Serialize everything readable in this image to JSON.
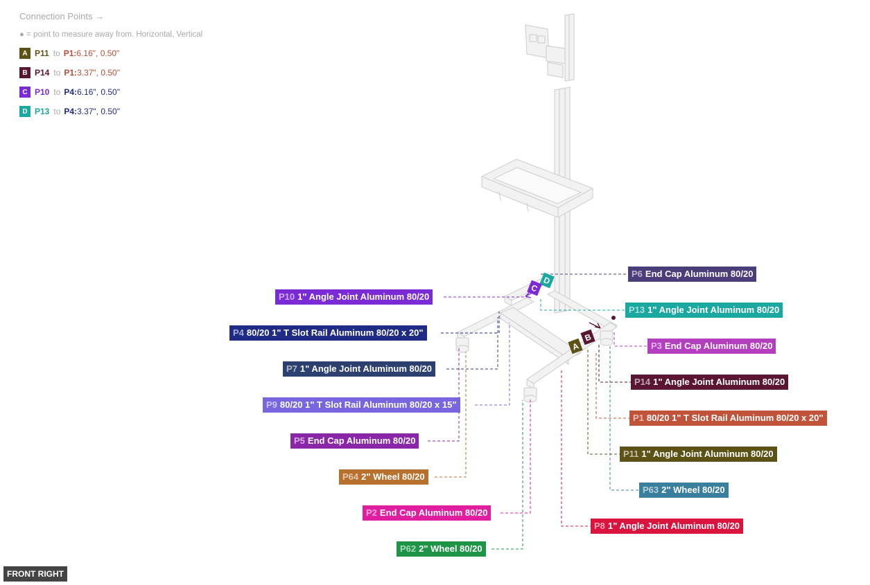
{
  "legend": {
    "title": "Connection Points →",
    "note": "● = point to measure away from. Horizontal, Vertical",
    "items": [
      {
        "badge": "A",
        "badge_color": "#5c5216",
        "from": "P11",
        "from_color": "#5c5216",
        "to": "to",
        "target": "P1:",
        "target_color": "#b84d37",
        "value": "6.16\", 0.50\"",
        "value_color": "#b84d37"
      },
      {
        "badge": "B",
        "badge_color": "#5a1530",
        "from": "P14",
        "from_color": "#5a1530",
        "to": "to",
        "target": "P1:",
        "target_color": "#b84d37",
        "value": "3.37\", 0.50\"",
        "value_color": "#b84d37"
      },
      {
        "badge": "C",
        "badge_color": "#7b2bd6",
        "from": "P10",
        "from_color": "#7b2bd6",
        "to": "to",
        "target": "P4:",
        "target_color": "#1f2b85",
        "value": "6.16\", 0.50\"",
        "value_color": "#1f2b85"
      },
      {
        "badge": "D",
        "badge_color": "#1aa8a0",
        "from": "P13",
        "from_color": "#1aa8a0",
        "to": "to",
        "target": "P4:",
        "target_color": "#1f2b85",
        "value": "3.37\", 0.50\"",
        "value_color": "#1f2b85"
      }
    ]
  },
  "parts": [
    {
      "id": "P6",
      "name": "End Cap Aluminum 80/20",
      "color": "#4a3d7a"
    },
    {
      "id": "P10",
      "name": "1\" Angle Joint Aluminum 80/20",
      "color": "#7b2bd6"
    },
    {
      "id": "P13",
      "name": "1\" Angle Joint Aluminum 80/20",
      "color": "#1aa8a0"
    },
    {
      "id": "P4",
      "name": "80/20 1\" T Slot Rail Aluminum 80/20 x 20\"",
      "color": "#1f2b85"
    },
    {
      "id": "P3",
      "name": "End Cap Aluminum 80/20",
      "color": "#b33fbf"
    },
    {
      "id": "P7",
      "name": "1\" Angle Joint Aluminum 80/20",
      "color": "#2c416f"
    },
    {
      "id": "P14",
      "name": "1\" Angle Joint Aluminum 80/20",
      "color": "#5a1530"
    },
    {
      "id": "P9",
      "name": "80/20 1\" T Slot Rail Aluminum 80/20 x 15\"",
      "color": "#7866e0"
    },
    {
      "id": "P1",
      "name": "80/20 1\" T Slot Rail Aluminum 80/20 x 20\"",
      "color": "#c2533b"
    },
    {
      "id": "P5",
      "name": "End Cap Aluminum 80/20",
      "color": "#8a27a8"
    },
    {
      "id": "P11",
      "name": "1\" Angle Joint Aluminum 80/20",
      "color": "#5c5216"
    },
    {
      "id": "P64",
      "name": "2\" Wheel 80/20",
      "color": "#b8702e"
    },
    {
      "id": "P63",
      "name": "2\" Wheel 80/20",
      "color": "#3b7f9e"
    },
    {
      "id": "P2",
      "name": "End Cap Aluminum 80/20",
      "color": "#e01ea0"
    },
    {
      "id": "P8",
      "name": "1\" Angle Joint Aluminum 80/20",
      "color": "#d8143f"
    },
    {
      "id": "P62",
      "name": "2\" Wheel 80/20",
      "color": "#1e9447"
    }
  ],
  "markers": [
    {
      "letter": "A",
      "color": "#5c5216"
    },
    {
      "letter": "B",
      "color": "#5a1530"
    },
    {
      "letter": "C",
      "color": "#7b2bd6"
    },
    {
      "letter": "D",
      "color": "#1aa8a0"
    }
  ],
  "view_label": "FRONT RIGHT"
}
